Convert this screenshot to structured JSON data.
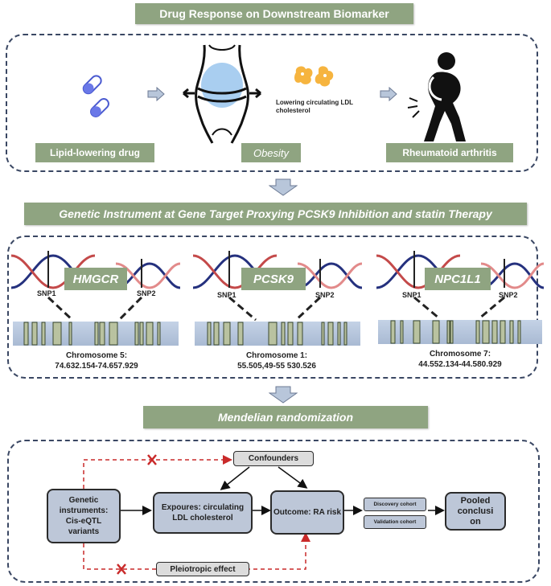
{
  "header": {
    "title": "Drug Response on Downstream Biomarker"
  },
  "section1": {
    "drug_label": "Lipid-lowering drug",
    "obesity_label": "Obesity",
    "ra_label": "Rheumatoid arthritis",
    "ldl_caption": "Lowering circulating LDL cholesterol"
  },
  "section2": {
    "title": "Genetic Instrument at Gene Target Proxying PCSK9 Inhibition and statin Therapy",
    "genes": [
      {
        "name": "HMGCR",
        "snp1": "SNP1",
        "snp2": "SNP2",
        "chrom": "Chromosome 5:",
        "range": "74.632.154-74.657.929"
      },
      {
        "name": "PCSK9",
        "snp1": "SNP1",
        "snp2": "SNP2",
        "chrom": "Chromosome 1:",
        "range": "55.505,49-55 530.526"
      },
      {
        "name": "NPC1L1",
        "snp1": "SNP1",
        "snp2": "SNP2",
        "chrom": "Chromosome 7:",
        "range": "44.552.134-44.580.929"
      }
    ]
  },
  "section3": {
    "title": "Mendelian randomization",
    "genetic_box": "Genetic instruments: Cis-eQTL variants",
    "exposure_box": "Expoures: circulating LDL cholesterol",
    "outcome_box": "Outcome: RA risk",
    "confounders": "Confounders",
    "pleiotropic": "Pleiotropic effect",
    "discovery": "Discovery cohort",
    "validation": "Validation cohort",
    "pooled": "Pooled conclusi on"
  }
}
